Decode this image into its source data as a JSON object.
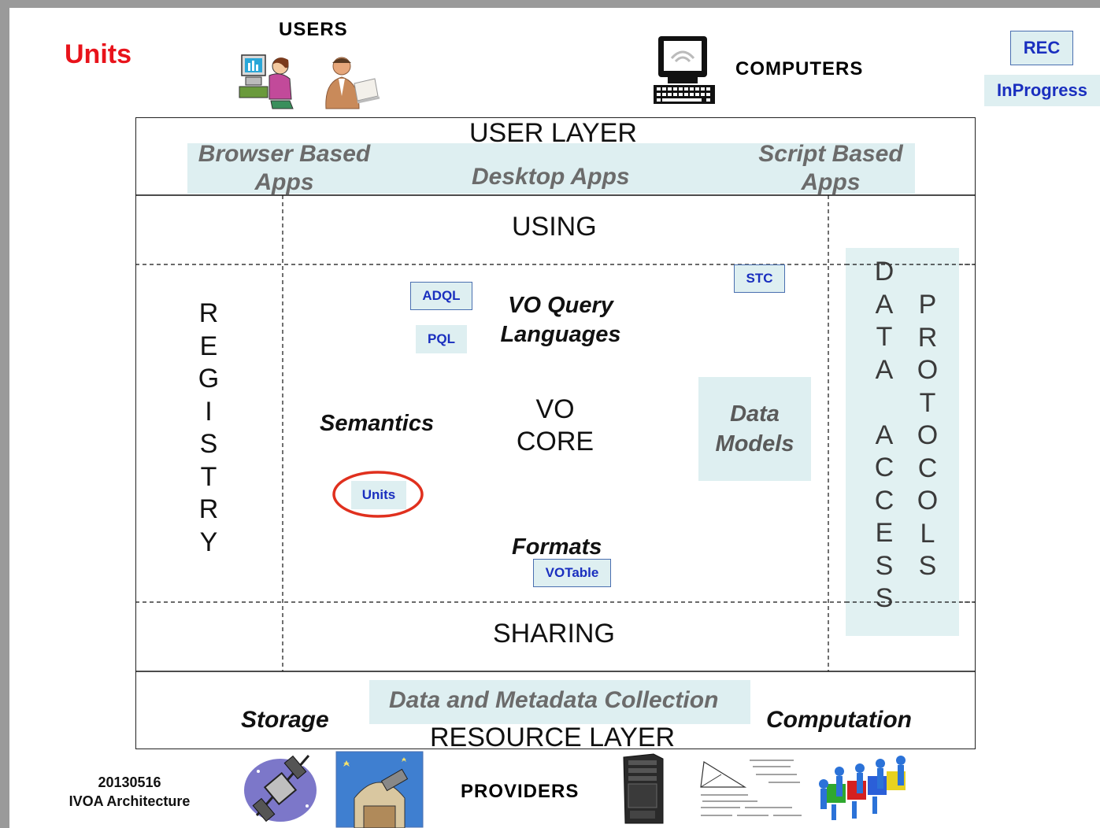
{
  "title": "Units",
  "header": {
    "users_label": "USERS",
    "computers_label": "COMPUTERS"
  },
  "legend": {
    "rec": "REC",
    "in_progress": "InProgress"
  },
  "user_layer": {
    "title": "USER LAYER",
    "browser_apps": [
      "Browser Based",
      "Apps"
    ],
    "desktop_apps": "Desktop Apps",
    "script_apps": [
      "Script Based",
      "Apps"
    ]
  },
  "core": {
    "using": "USING",
    "sharing": "SHARING",
    "registry_letters": [
      "R",
      "E",
      "G",
      "I",
      "S",
      "T",
      "R",
      "Y"
    ],
    "data_access_letters": [
      "D",
      "A",
      "T",
      "A",
      "",
      "A",
      "C",
      "C",
      "E",
      "S",
      "S"
    ],
    "protocols_letters": [
      "P",
      "R",
      "O",
      "T",
      "O",
      "C",
      "O",
      "L",
      "S"
    ],
    "vo_core": [
      "VO",
      "CORE"
    ],
    "query_languages": [
      "VO Query",
      "Languages"
    ],
    "semantics": "Semantics",
    "data_models": [
      "Data",
      "Models"
    ],
    "formats": "Formats",
    "adql": "ADQL",
    "pql": "PQL",
    "stc": "STC",
    "units": "Units",
    "votable": "VOTable"
  },
  "resource_layer": {
    "title": "RESOURCE LAYER",
    "storage": "Storage",
    "collection": "Data and Metadata Collection",
    "computation": "Computation"
  },
  "footer": {
    "date": "20130516",
    "caption": "IVOA Architecture",
    "providers_label": "PROVIDERS"
  },
  "colors": {
    "title_red": "#e8131b",
    "label_blue": "#1a2fbf",
    "box_fill": "#deeff1",
    "highlight_ring": "#e0301e"
  }
}
